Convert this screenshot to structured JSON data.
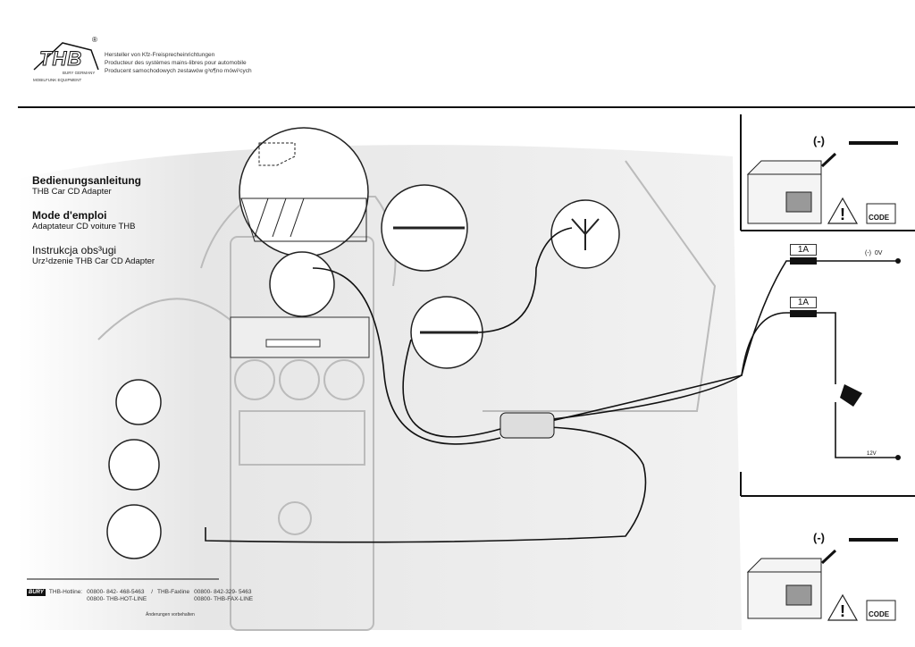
{
  "header": {
    "logo_text": "THB",
    "logo_registered": "®",
    "logo_subtitle": "BURY GERMANY",
    "logo_caption": "MOBILFUNK EQUIPMENT",
    "taglines": [
      "Hersteller von Kfz-Freisprecheinrichtungen",
      "Producteur des systèmes mains-libres pour automobile",
      "Producent samochodowych zestawów g³o¶no mówi¹cych"
    ]
  },
  "titles": [
    {
      "heading": "Bedienungsanleitung",
      "subtitle": "THB Car CD Adapter"
    },
    {
      "heading": "Mode d'emploi",
      "subtitle": "Adaptateur CD voiture THB"
    },
    {
      "heading": "Instrukcja obs³ugi",
      "subtitle": "Urz¹dzenie THB Car CD Adapter"
    }
  ],
  "footer": {
    "brand": "BURY",
    "hotline_label": "THB-Hotline:",
    "hotline_number": "00800- 842- 468-5463",
    "separator": "/",
    "hotline_alt": "00800- THB-HOT-LINE",
    "faxline_label": "THB-Faxline",
    "faxline_number": "00800- 842-329- 5463",
    "faxline_alt": "00800- THB-FAX-LINE",
    "disclaimer": "Änderungen vorbehalten"
  },
  "battery_panels": [
    {
      "polarity": "(-)",
      "code_label": "CODE"
    },
    {
      "polarity": "(-)",
      "code_label": "CODE"
    }
  ],
  "wiring": {
    "fuse_1": "1A",
    "fuse_2": "1A",
    "ground_label": "(-)  0V",
    "power_label": "12V"
  }
}
